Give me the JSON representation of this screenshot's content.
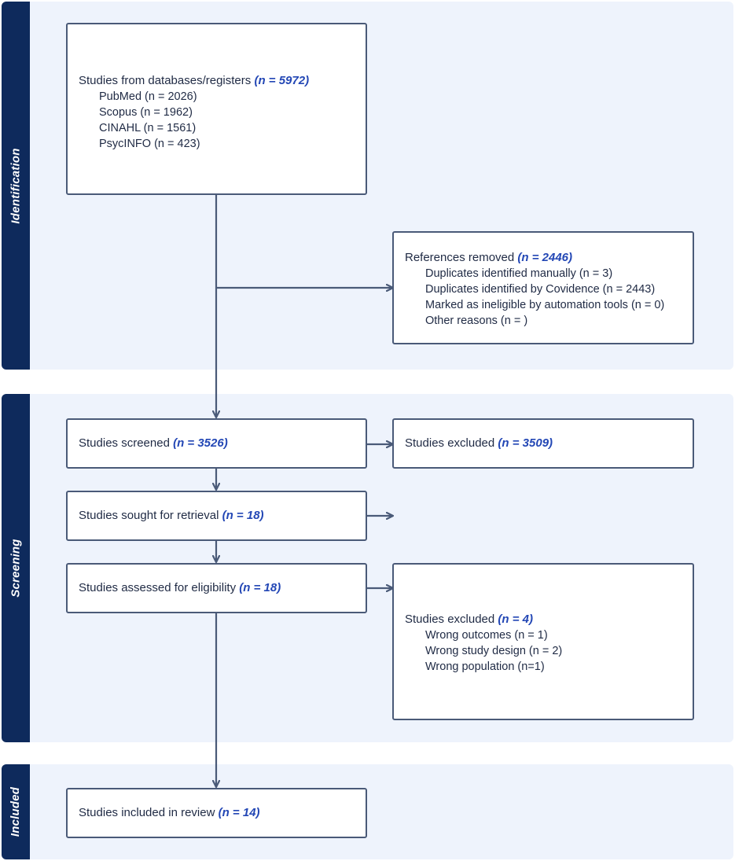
{
  "phases": {
    "identification": "Identification",
    "screening": "Screening",
    "included": "Included"
  },
  "records": {
    "title": "Studies from databases/registers",
    "count": "(n = 5972)",
    "sources": [
      "PubMed (n = 2026)",
      "Scopus (n = 1962)",
      "CINAHL (n = 1561)",
      "PsycINFO (n = 423)"
    ]
  },
  "removed": {
    "title": "References removed",
    "count": "(n = 2446)",
    "reasons": [
      "Duplicates identified manually (n = 3)",
      "Duplicates identified by Covidence (n = 2443)",
      "Marked as ineligible by automation tools (n = 0)",
      "Other reasons (n = )"
    ]
  },
  "screened": {
    "title": "Studies screened",
    "count": "(n = 3526)"
  },
  "excluded_screen": {
    "title": "Studies excluded",
    "count": "(n = 3509)"
  },
  "retrieval": {
    "title": "Studies sought for retrieval",
    "count": "(n = 18)"
  },
  "eligibility": {
    "title": "Studies assessed for eligibility",
    "count": "(n = 18)"
  },
  "excluded_full": {
    "title": "Studies excluded",
    "count": "(n = 4)",
    "reasons": [
      "Wrong outcomes (n = 1)",
      "Wrong study design (n = 2)",
      "Wrong population (n=1)"
    ]
  },
  "included": {
    "title": "Studies included in review",
    "count": "(n = 14)"
  },
  "colors": {
    "band": "#eef3fc",
    "label": "#0e2a5c",
    "border": "#4a5a78",
    "count": "#2347b5"
  }
}
